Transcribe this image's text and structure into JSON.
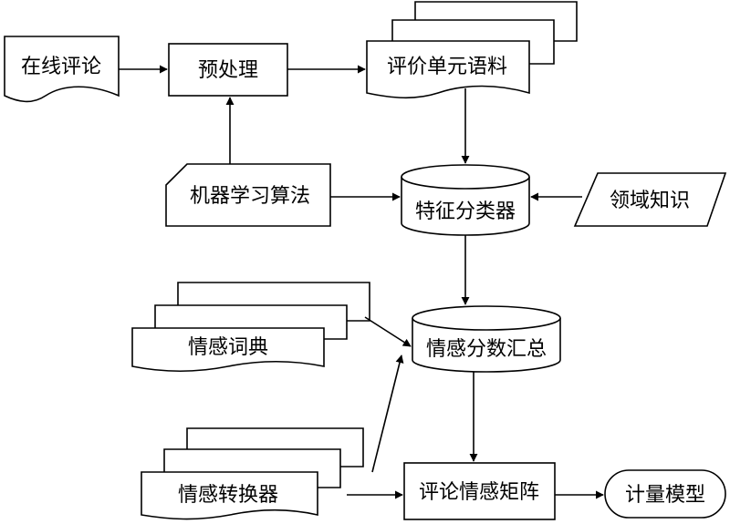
{
  "nodes": {
    "online_reviews": "在线评论",
    "preprocessing": "预处理",
    "evaluation_corpus": "评价单元语料",
    "ml_algorithm": "机器学习算法",
    "feature_classifier": "特征分类器",
    "domain_knowledge": "领域知识",
    "sentiment_dictionary": "情感词典",
    "sentiment_score_summary": "情感分数汇总",
    "sentiment_converter": "情感转换器",
    "review_sentiment_matrix": "评论情感矩阵",
    "econometric_model": "计量模型"
  },
  "edges": [
    {
      "from": "online_reviews",
      "to": "preprocessing"
    },
    {
      "from": "preprocessing",
      "to": "evaluation_corpus"
    },
    {
      "from": "ml_algorithm",
      "to": "preprocessing"
    },
    {
      "from": "ml_algorithm",
      "to": "feature_classifier"
    },
    {
      "from": "evaluation_corpus",
      "to": "feature_classifier"
    },
    {
      "from": "domain_knowledge",
      "to": "feature_classifier"
    },
    {
      "from": "feature_classifier",
      "to": "sentiment_score_summary"
    },
    {
      "from": "sentiment_dictionary",
      "to": "sentiment_score_summary"
    },
    {
      "from": "sentiment_converter",
      "to": "sentiment_score_summary"
    },
    {
      "from": "sentiment_converter",
      "to": "review_sentiment_matrix"
    },
    {
      "from": "sentiment_score_summary",
      "to": "review_sentiment_matrix"
    },
    {
      "from": "review_sentiment_matrix",
      "to": "econometric_model"
    }
  ]
}
